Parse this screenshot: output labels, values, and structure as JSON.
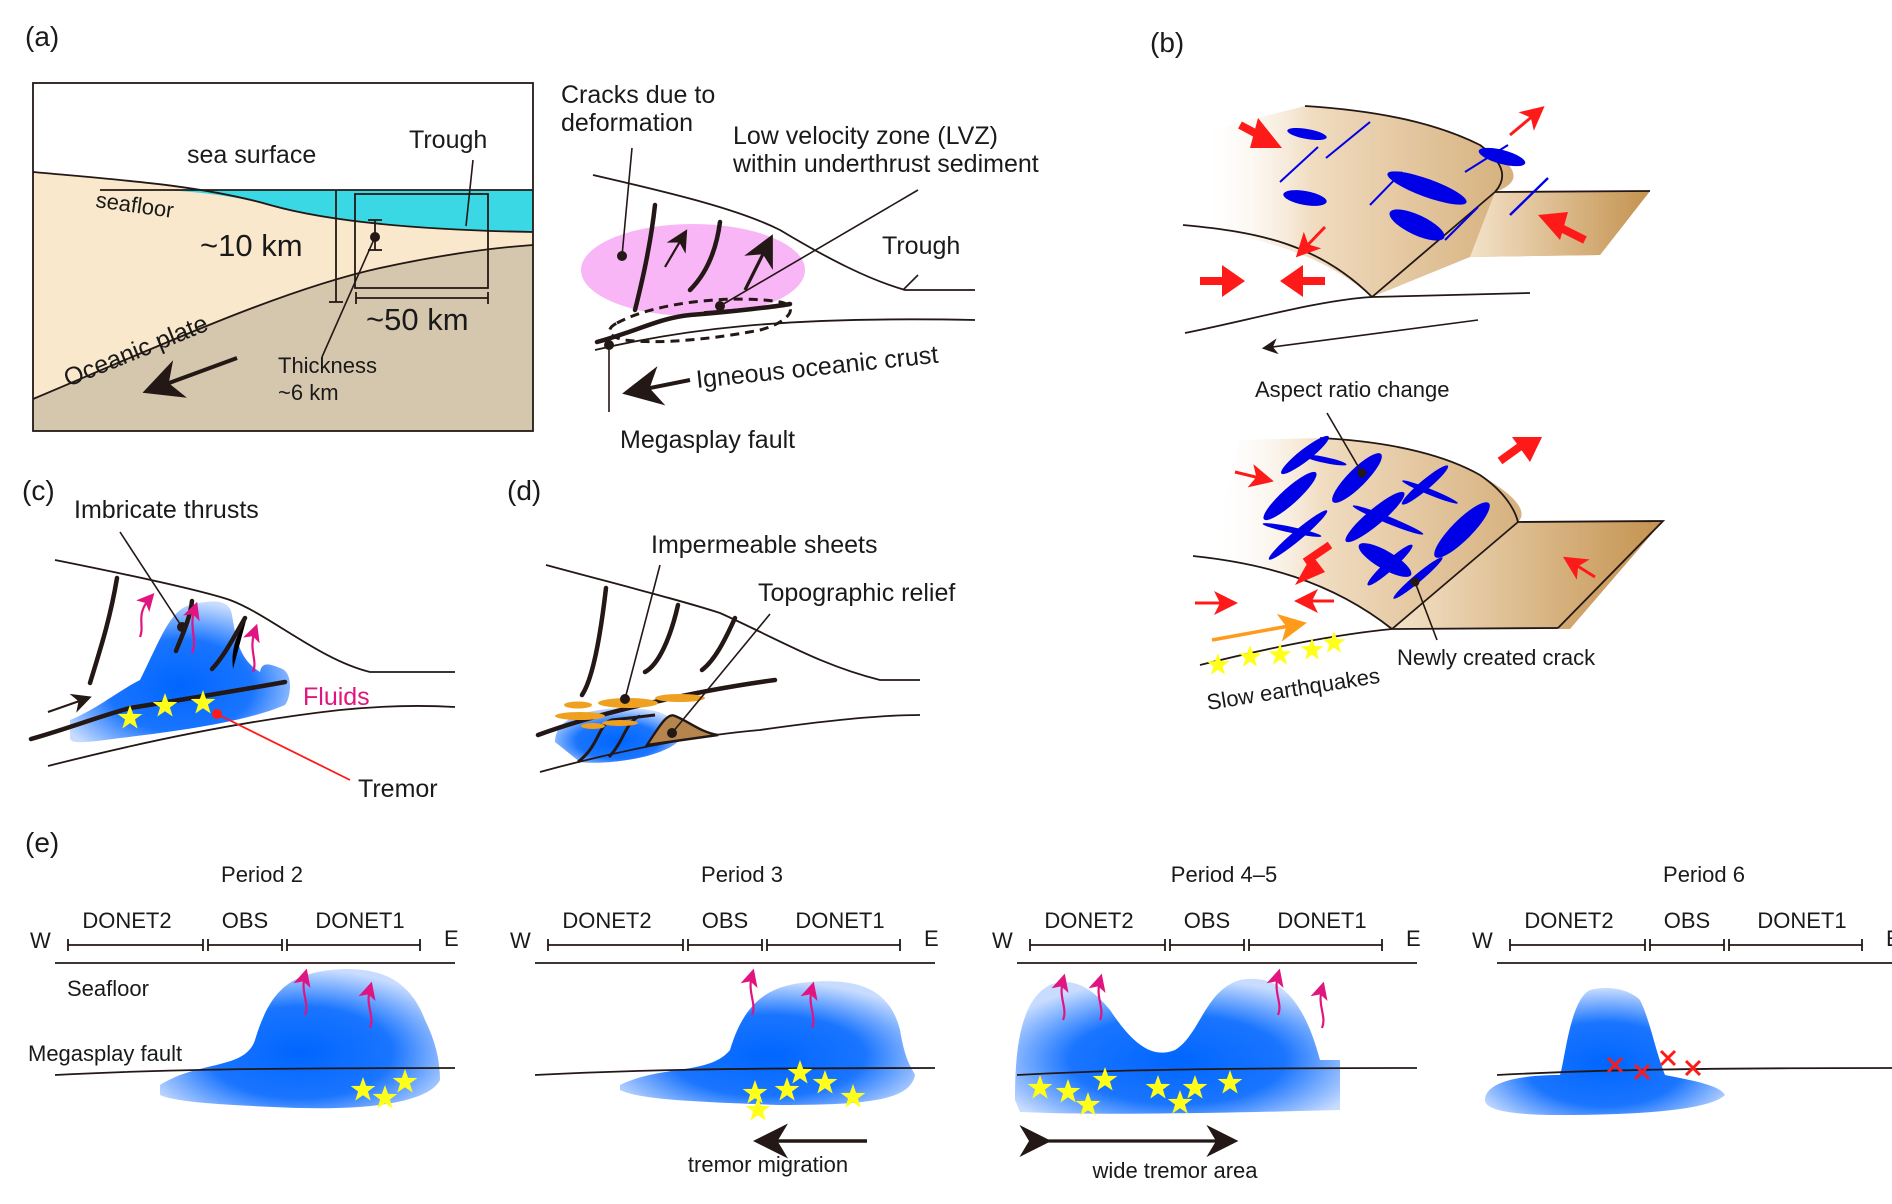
{
  "figure": {
    "colors": {
      "sea": "#3ad8e4",
      "sediment": "#f9e8cc",
      "oceanic_plate": "#d5c7ad",
      "lvz_pink": "#f9b6f6",
      "crack_blue": "#0000e6",
      "stress_red": "#ff1a1a",
      "fluid_magenta": "#e0157f",
      "fluid_body_blue": "#0066ff",
      "star_yellow": "#ffff1a",
      "impermeable_orange": "#f0a020",
      "relief_brown": "#b5854d",
      "block_brown": "#c4924f",
      "slip_orange": "#ff9a1a",
      "text": "#1a1a1a"
    },
    "panel_a": {
      "label": "(a)",
      "sea_surface": "sea surface",
      "trough": "Trough",
      "seafloor": "seafloor",
      "depth": "~10 km",
      "width": "~50 km",
      "oceanic_plate": "Oceanic plate",
      "thickness_line1": "Thickness",
      "thickness_line2": "~6 km",
      "cracks_line1": "Cracks due to",
      "cracks_line2": "deformation",
      "lvz_line1": "Low velocity zone (LVZ)",
      "lvz_line2": "within underthrust sediment",
      "trough_detail": "Trough",
      "igneous_crust": "Igneous oceanic crust",
      "megasplay": "Megasplay fault"
    },
    "panel_b": {
      "label": "(b)",
      "aspect_ratio": "Aspect ratio change",
      "new_crack": "Newly created crack",
      "slow_eq": "Slow earthquakes"
    },
    "panel_c": {
      "label": "(c)",
      "imbricate": "Imbricate thrusts",
      "fluids": "Fluids",
      "tremor": "Tremor"
    },
    "panel_d": {
      "label": "(d)",
      "impermeable": "Impermeable sheets",
      "relief": "Topographic relief"
    },
    "panel_e": {
      "label": "(e)",
      "west": "W",
      "east": "E",
      "stations": [
        "DONET2",
        "OBS",
        "DONET1"
      ],
      "seafloor": "Seafloor",
      "megasplay": "Megasplay fault",
      "periods": [
        {
          "title": "Period 2",
          "note": "",
          "events": "tremor",
          "count": 3
        },
        {
          "title": "Period 3",
          "note": "tremor migration",
          "events": "tremor",
          "count": 6
        },
        {
          "title": "Period 4–5",
          "note": "wide tremor area",
          "events": "tremor",
          "count": 8
        },
        {
          "title": "Period 6",
          "note": "",
          "events": "none",
          "count": 4
        }
      ]
    }
  }
}
